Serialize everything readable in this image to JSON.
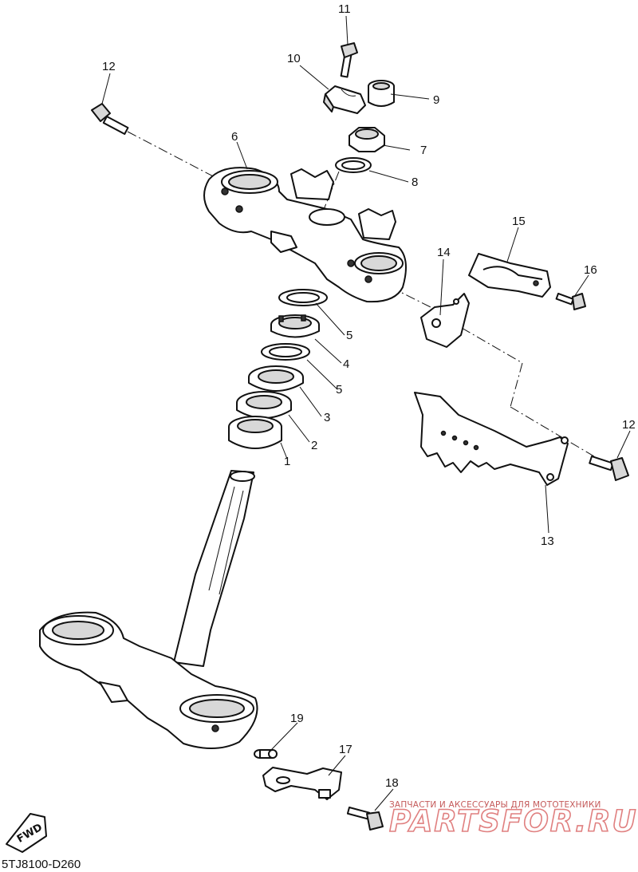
{
  "diagram": {
    "callouts": [
      {
        "id": "c1",
        "label": "1"
      },
      {
        "id": "c2",
        "label": "2"
      },
      {
        "id": "c3",
        "label": "3"
      },
      {
        "id": "c4",
        "label": "4"
      },
      {
        "id": "c5a",
        "label": "5"
      },
      {
        "id": "c5b",
        "label": "5"
      },
      {
        "id": "c6",
        "label": "6"
      },
      {
        "id": "c7",
        "label": "7"
      },
      {
        "id": "c8",
        "label": "8"
      },
      {
        "id": "c9",
        "label": "9"
      },
      {
        "id": "c10",
        "label": "10"
      },
      {
        "id": "c11",
        "label": "11"
      },
      {
        "id": "c12a",
        "label": "12"
      },
      {
        "id": "c12b",
        "label": "12"
      },
      {
        "id": "c13",
        "label": "13"
      },
      {
        "id": "c14",
        "label": "14"
      },
      {
        "id": "c15",
        "label": "15"
      },
      {
        "id": "c16",
        "label": "16"
      },
      {
        "id": "c17",
        "label": "17"
      },
      {
        "id": "c18",
        "label": "18"
      },
      {
        "id": "c19",
        "label": "19"
      }
    ],
    "figure_code": "5TJ8100-D260",
    "fwd_label": "FWD"
  },
  "watermark": {
    "tagline": "ЗАПЧАСТИ И АКСЕССУАРЫ ДЛЯ МОТОТЕХНИКИ",
    "brand": "PARTSFOR.RU"
  }
}
